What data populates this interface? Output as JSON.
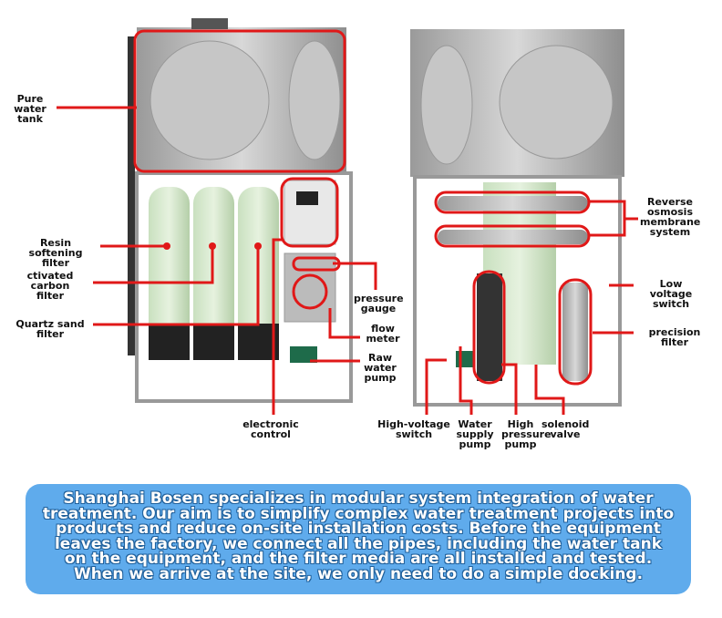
{
  "labels": {
    "pure_water_tank": "Pure water\ntank",
    "resin_softening_filter": "Resin softening\nfilter",
    "activated_carbon_filter": "ctivated carbon\nfilter",
    "quartz_sand_filter": "Quartz sand filter",
    "electronic_control": "electronic\ncontrol",
    "pressure_gauge": "pressure\ngauge",
    "flow_meter": "flow\nmeter",
    "raw_water_pump": "Raw\nwater\npump",
    "reverse_osmosis": "Reverse\nosmosis\nmembrane\nsystem",
    "low_voltage_switch": "Low voltage\nswitch",
    "precision_filter": "precision filter",
    "high_voltage_switch": "High-voltage\nswitch",
    "water_supply_pump": "Water\nsupply\npump",
    "high_pressure_pump": "High\npressure\npump",
    "solenoid_valve": "solenoid\nvalve"
  },
  "description": "Shanghai Bosen specializes in modular system integration of water treatment. Our aim is to simplify complex water treatment projects into products and reduce on-site installation costs. Before the equipment leaves the factory, we connect all the pipes, including the water tank on the equipment, and the filter media are all installed and tested. When we arrive at the site, we only need to do a simple docking.",
  "colors": {
    "highlight": "#e01818",
    "banner": "#5fabec"
  }
}
